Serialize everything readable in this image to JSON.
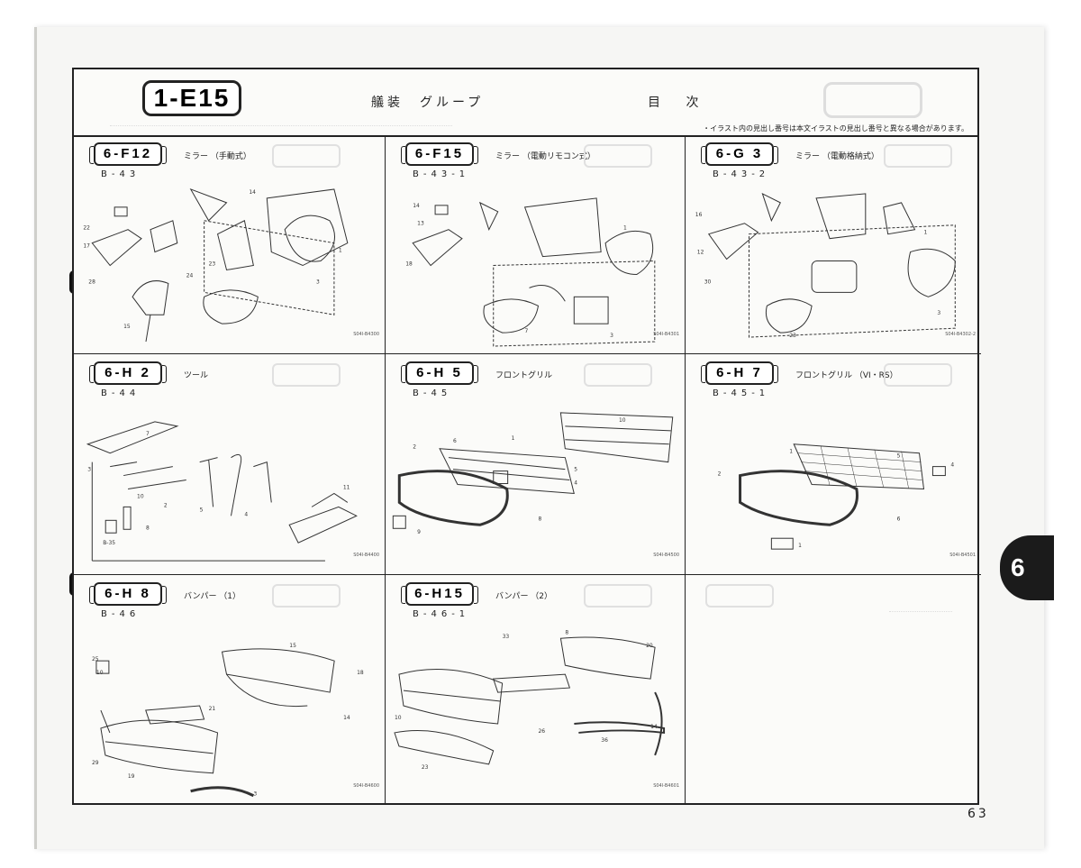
{
  "header": {
    "section_code": "1-E15",
    "title": "艤装　グループ",
    "toc_label": "目 次",
    "note": "・イラスト内の見出し番号は本文イラストの見出し番号と異なる場合があります。"
  },
  "cells": [
    {
      "code": "6-F12",
      "label": "ミラー （手動式）",
      "ref": "B-43",
      "part_no": "S04I-B4300"
    },
    {
      "code": "6-F15",
      "label": "ミラー （電動リモコン式）",
      "ref": "B-43-1",
      "part_no": "S04I-B4301"
    },
    {
      "code": "6-G 3",
      "label": "ミラー （電動格納式）",
      "ref": "B-43-2",
      "part_no": "S04I-B4302-2"
    },
    {
      "code": "6-H 2",
      "label": "ツール",
      "ref": "B-44",
      "part_no": "S04I-B4400"
    },
    {
      "code": "6-H 5",
      "label": "フロントグリル",
      "ref": "B-45",
      "part_no": "S04I-B4500"
    },
    {
      "code": "6-H 7",
      "label": "フロントグリル （VI・RS）",
      "ref": "B-45-1",
      "part_no": "S04I-B4501"
    },
    {
      "code": "6-H 8",
      "label": "バンパー （1）",
      "ref": "B-46",
      "part_no": "S04I-B4600"
    },
    {
      "code": "6-H15",
      "label": "バンパー （2）",
      "ref": "B-46-1",
      "part_no": "S04I-B4601"
    }
  ],
  "side_tab": "6",
  "page_number": "63"
}
